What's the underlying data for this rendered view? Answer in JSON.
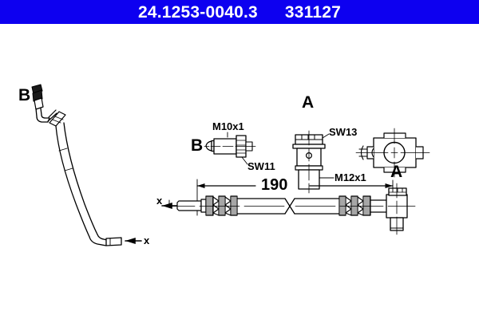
{
  "header": {
    "part_number": "24.1253-0040.3",
    "reference_number": "331127",
    "background_color": "#0d00f0",
    "text_color": "#ffffff"
  },
  "drawing": {
    "line_color": "#000000",
    "fill_color": "#ffffff",
    "perspective_view": {
      "end_label_top": "B",
      "end_label_bottom": "x"
    },
    "detail_b": {
      "callout": "B",
      "thread": "M10x1",
      "wrench_size": "SW11"
    },
    "detail_a": {
      "callout": "A",
      "wrench_size": "SW13",
      "thread": "M12x1"
    },
    "bracket_view": {
      "name": "bracket-front-view"
    },
    "assembly": {
      "dimension_value": "190",
      "left_end_label": "x",
      "right_end_label": "A"
    }
  }
}
